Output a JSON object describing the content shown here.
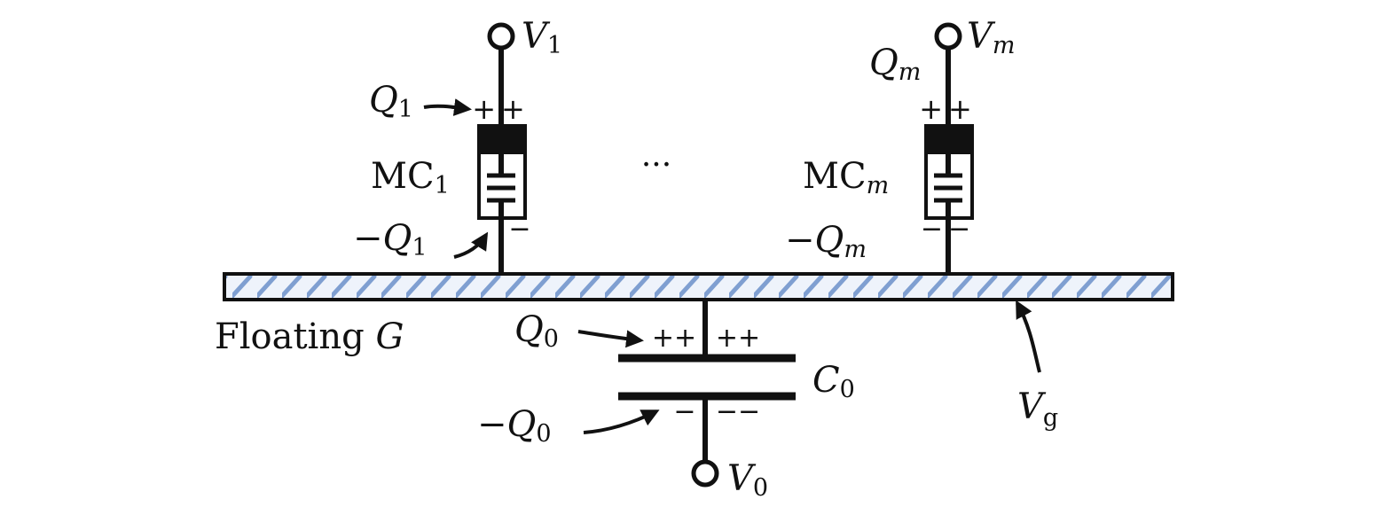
{
  "colors": {
    "ink": "#111111",
    "gate_hatch": "#7f9fd1",
    "gate_fill": "#eef3fb"
  },
  "terminals": {
    "v1": {
      "main": "V",
      "sub": "1"
    },
    "vm": {
      "main": "V",
      "sub": "m"
    },
    "v0": {
      "main": "V",
      "sub": "0"
    }
  },
  "charges": {
    "q1": {
      "main": "Q",
      "sub": "1"
    },
    "neg_q1": {
      "prefix": "−",
      "main": "Q",
      "sub": "1"
    },
    "qm": {
      "main": "Q",
      "sub": "m"
    },
    "neg_qm": {
      "prefix": "−",
      "main": "Q",
      "sub": "m"
    },
    "q0": {
      "main": "Q",
      "sub": "0"
    },
    "neg_q0": {
      "prefix": "−",
      "main": "Q",
      "sub": "0"
    }
  },
  "devices": {
    "mc1": {
      "main": "MC",
      "sub": "1"
    },
    "mcm": {
      "main": "MC",
      "sub": "m"
    },
    "c0": {
      "main": "C",
      "sub": "0"
    }
  },
  "signs": {
    "mc1_top": "++",
    "mc1_bottom": "−",
    "mcm_top": "++",
    "mcm_bottom": "−−",
    "c0_top_left": "++",
    "c0_top_right": "++",
    "c0_bottom_left": "−",
    "c0_bottom_right": "−−"
  },
  "ellipsis": "···",
  "gate": {
    "label_text": "Floating ",
    "label_var": "G",
    "voltage_main": "V",
    "voltage_sub": "g"
  }
}
